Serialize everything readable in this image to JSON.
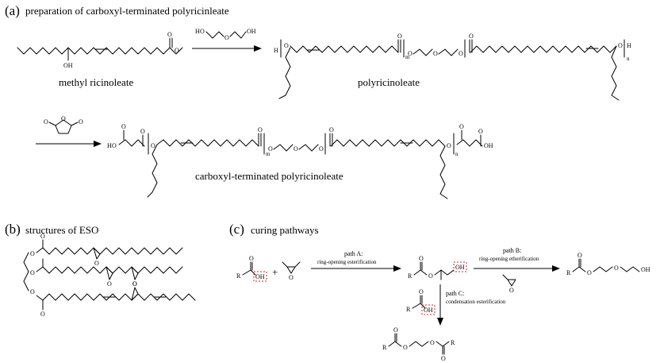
{
  "panel_a": {
    "letter": "(a)",
    "title": "preparation of carboxyl-terminated polyricinleate",
    "label_methyl": "methyl ricinoleate",
    "label_poly": "polyricinoleate",
    "label_ct": "carboxyl-terminated polyricinoleate"
  },
  "panel_b": {
    "letter": "(b)",
    "title": "structures of ESO"
  },
  "panel_c": {
    "letter": "(c)",
    "title": "curing pathways",
    "path_a_title": "path A:",
    "path_a_sub": "ring-opening esterification",
    "path_b_title": "path B:",
    "path_b_sub": "ring-opening etherification",
    "path_c_title": "path C:",
    "path_c_sub": "condensation esterification",
    "plus": "+"
  },
  "atoms": {
    "O": "O",
    "OH": "OH",
    "H": "H",
    "R": "R",
    "m": "m",
    "n": "n"
  }
}
